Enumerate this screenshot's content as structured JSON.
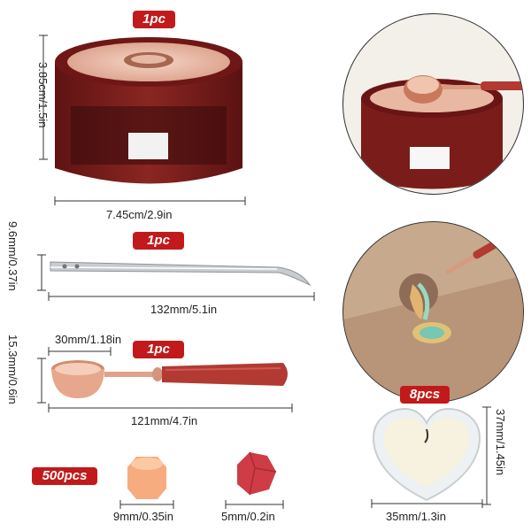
{
  "badges": {
    "warmer_qty": "1pc",
    "tweezers_qty": "1pc",
    "spoon_qty": "1pc",
    "candle_qty": "8pcs",
    "beads_qty": "500pcs"
  },
  "dimensions": {
    "warmer_height": "3.85cm/1.5in",
    "warmer_width": "7.45cm/2.9in",
    "tweezers_height": "9.6mm/0.37in",
    "tweezers_length": "132mm/5.1in",
    "spoon_head": "30mm/1.18in",
    "spoon_height": "15.3mm/0.6in",
    "spoon_length": "121mm/4.7in",
    "candle_height": "37mm/1.45in",
    "candle_width": "35mm/1.3in",
    "bead_orange": "9mm/0.35in",
    "bead_red": "5mm/0.2in"
  },
  "colors": {
    "badge": "#c21a1a",
    "wood": "#7a1c1a",
    "rose_gold": "#e8b4a0",
    "handle": "#b23a33"
  }
}
